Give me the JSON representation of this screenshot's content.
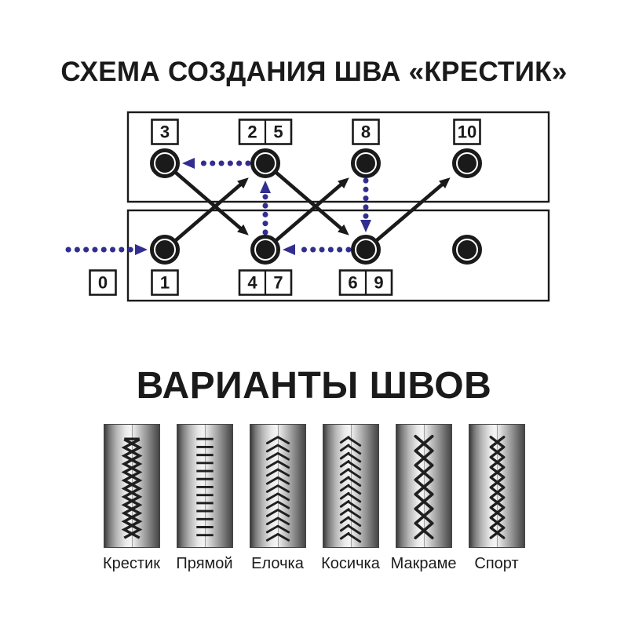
{
  "colors": {
    "ink": "#1a1a1a",
    "accent_blue": "#322e8f",
    "stitch": "#1f1f1f"
  },
  "scheme": {
    "title": "СХЕМА СОЗДАНИЯ ШВА «КРЕСТИК»",
    "start_box_label": "0",
    "top_holes": [
      {
        "labels": [
          "3"
        ]
      },
      {
        "labels": [
          "2",
          "5"
        ]
      },
      {
        "labels": [
          "8"
        ]
      },
      {
        "labels": [
          "10"
        ]
      }
    ],
    "bottom_holes": [
      {
        "labels": [
          "1"
        ]
      },
      {
        "labels": [
          "4",
          "7"
        ]
      },
      {
        "labels": [
          "6",
          "9"
        ]
      },
      {
        "labels": []
      }
    ],
    "stitch_path": [
      {
        "from": "start",
        "to": "1",
        "style": "dotted"
      },
      {
        "from": "1",
        "to": "2",
        "style": "solid"
      },
      {
        "from": "2",
        "to": "3",
        "style": "dotted"
      },
      {
        "from": "3",
        "to": "4",
        "style": "solid"
      },
      {
        "from": "4",
        "to": "5",
        "style": "dotted"
      },
      {
        "from": "5",
        "to": "6",
        "style": "solid"
      },
      {
        "from": "6",
        "to": "7",
        "style": "dotted"
      },
      {
        "from": "7",
        "to": "8",
        "style": "solid"
      },
      {
        "from": "8",
        "to": "9",
        "style": "dotted"
      },
      {
        "from": "9",
        "to": "10",
        "style": "solid"
      }
    ]
  },
  "variants": {
    "title": "ВАРИАНТЫ ШВОВ",
    "items": [
      {
        "label": "Крестик",
        "pattern": "cross"
      },
      {
        "label": "Прямой",
        "pattern": "straight"
      },
      {
        "label": "Елочка",
        "pattern": "herringbone"
      },
      {
        "label": "Косичка",
        "pattern": "braid"
      },
      {
        "label": "Макраме",
        "pattern": "macrame"
      },
      {
        "label": "Спорт",
        "pattern": "sport"
      }
    ]
  }
}
